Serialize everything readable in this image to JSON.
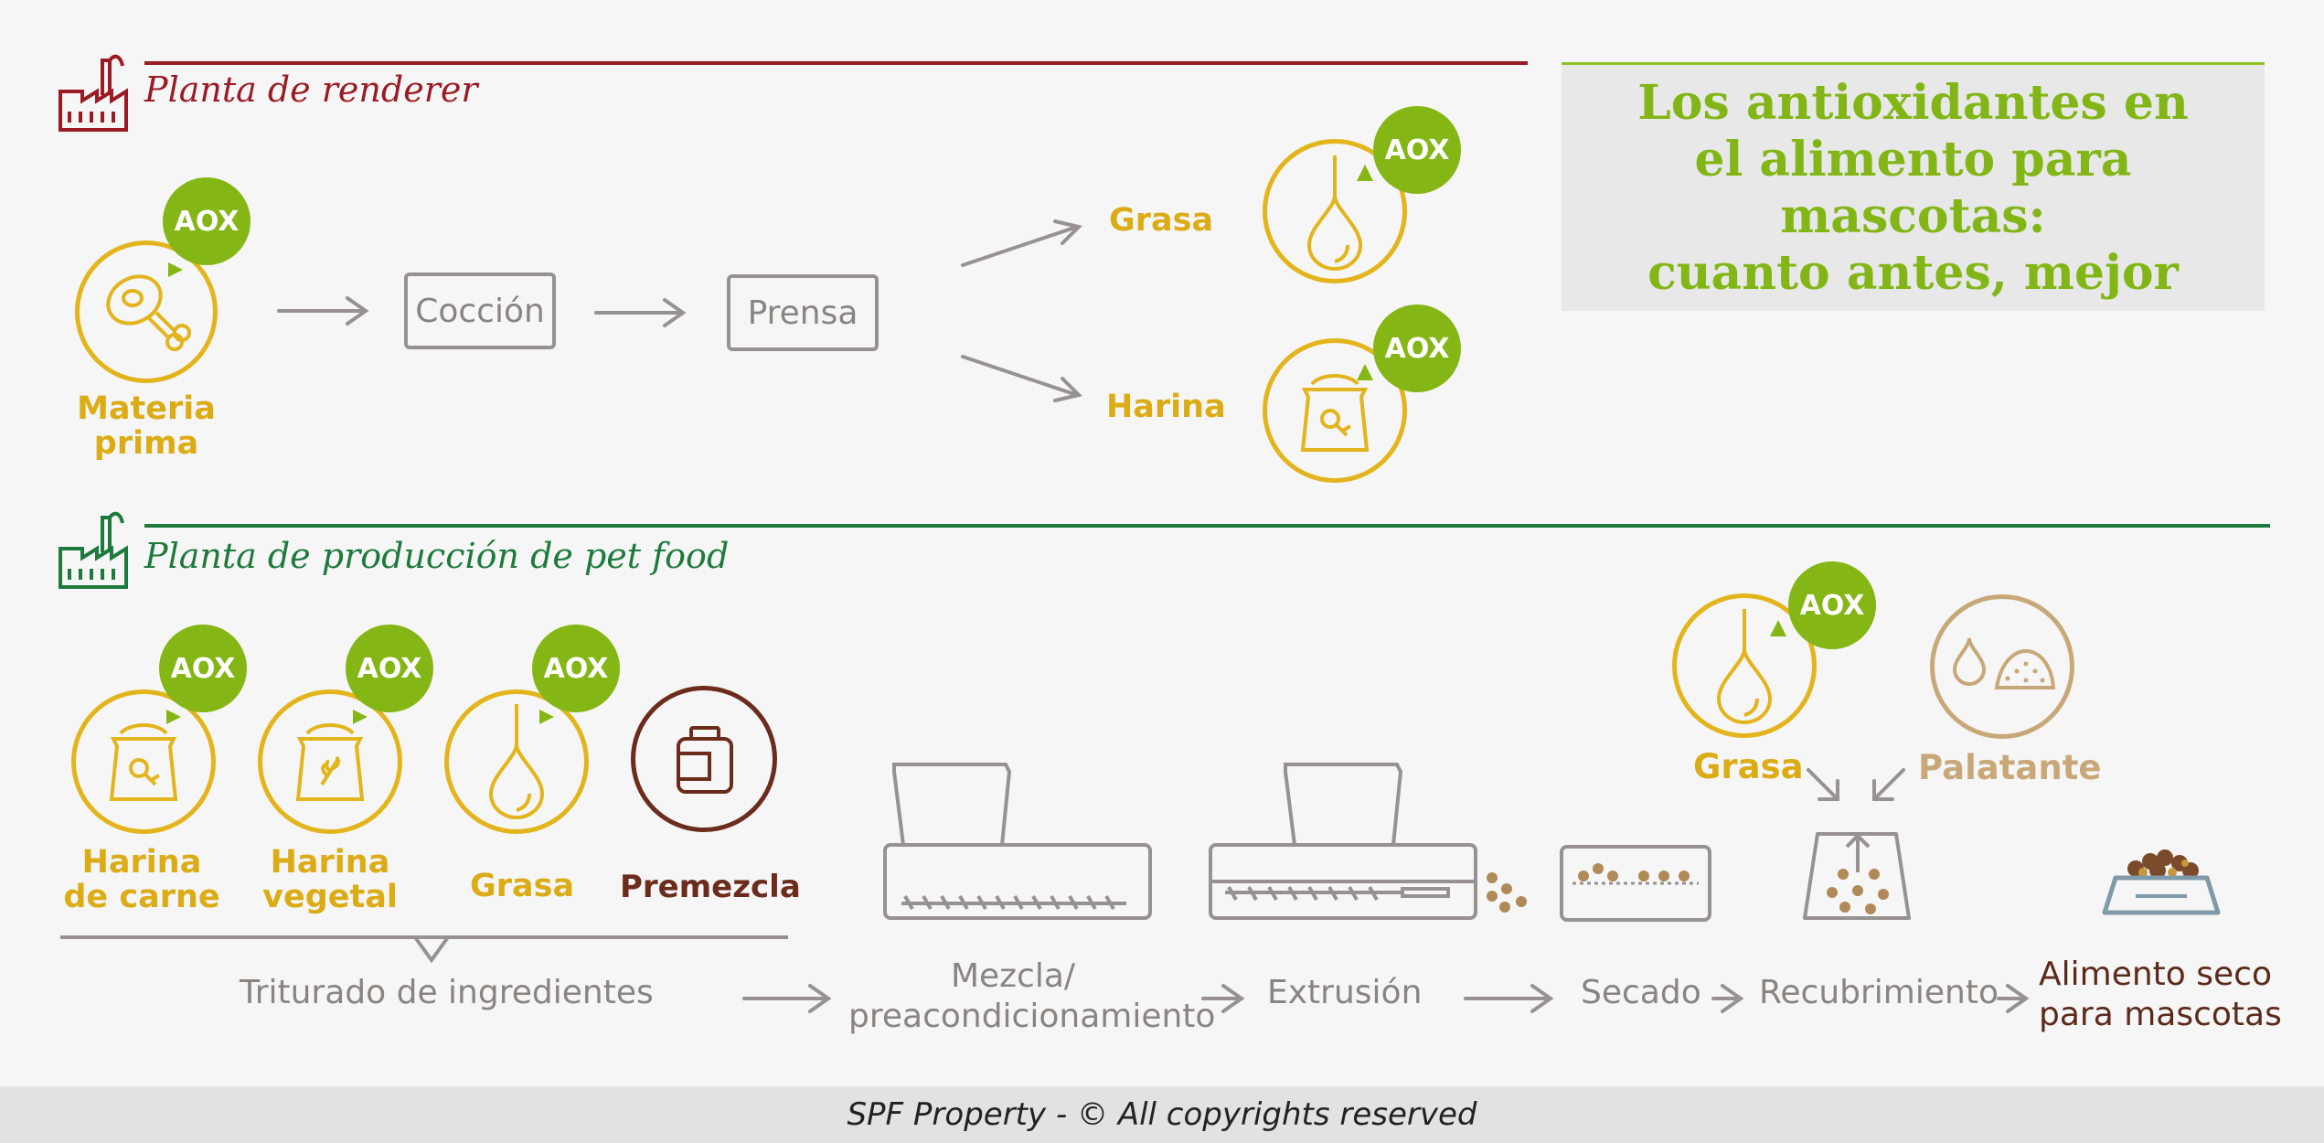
{
  "sections": {
    "renderer": {
      "title": "Planta de renderer",
      "color": "#9b1b24"
    },
    "petfood": {
      "title": "Planta de producción de pet food",
      "color": "#1e7a3c"
    }
  },
  "headline": {
    "line1": "Los antioxidantes en",
    "line2": "el alimento para mascotas:",
    "line3": "cuanto antes, mejor"
  },
  "aox_label": "AOX",
  "renderer": {
    "raw_line1": "Materia",
    "raw_line2": "prima",
    "step1": "Cocción",
    "step2": "Prensa",
    "out1": "Grasa",
    "out2": "Harina"
  },
  "petfood": {
    "ing1_line1": "Harina",
    "ing1_line2": "de carne",
    "ing2_line1": "Harina",
    "ing2_line2": "vegetal",
    "ing3": "Grasa",
    "ing4": "Premezcla",
    "coat_fat": "Grasa",
    "coat_palat": "Palatante",
    "steps": {
      "grind": "Triturado de ingredientes",
      "mix_line1": "Mezcla/",
      "mix_line2": "preacondicionamiento",
      "extrusion": "Extrusión",
      "drying": "Secado",
      "coating": "Recubrimiento",
      "final_line1": "Alimento seco",
      "final_line2": "para mascotas"
    }
  },
  "footer": "SPF Property - © All copyrights reserved",
  "colors": {
    "aox": "#84b616",
    "yellow": "#e3b41c",
    "gray": "#979191",
    "brown": "#6b2c1c",
    "tan": "#c8a878"
  }
}
